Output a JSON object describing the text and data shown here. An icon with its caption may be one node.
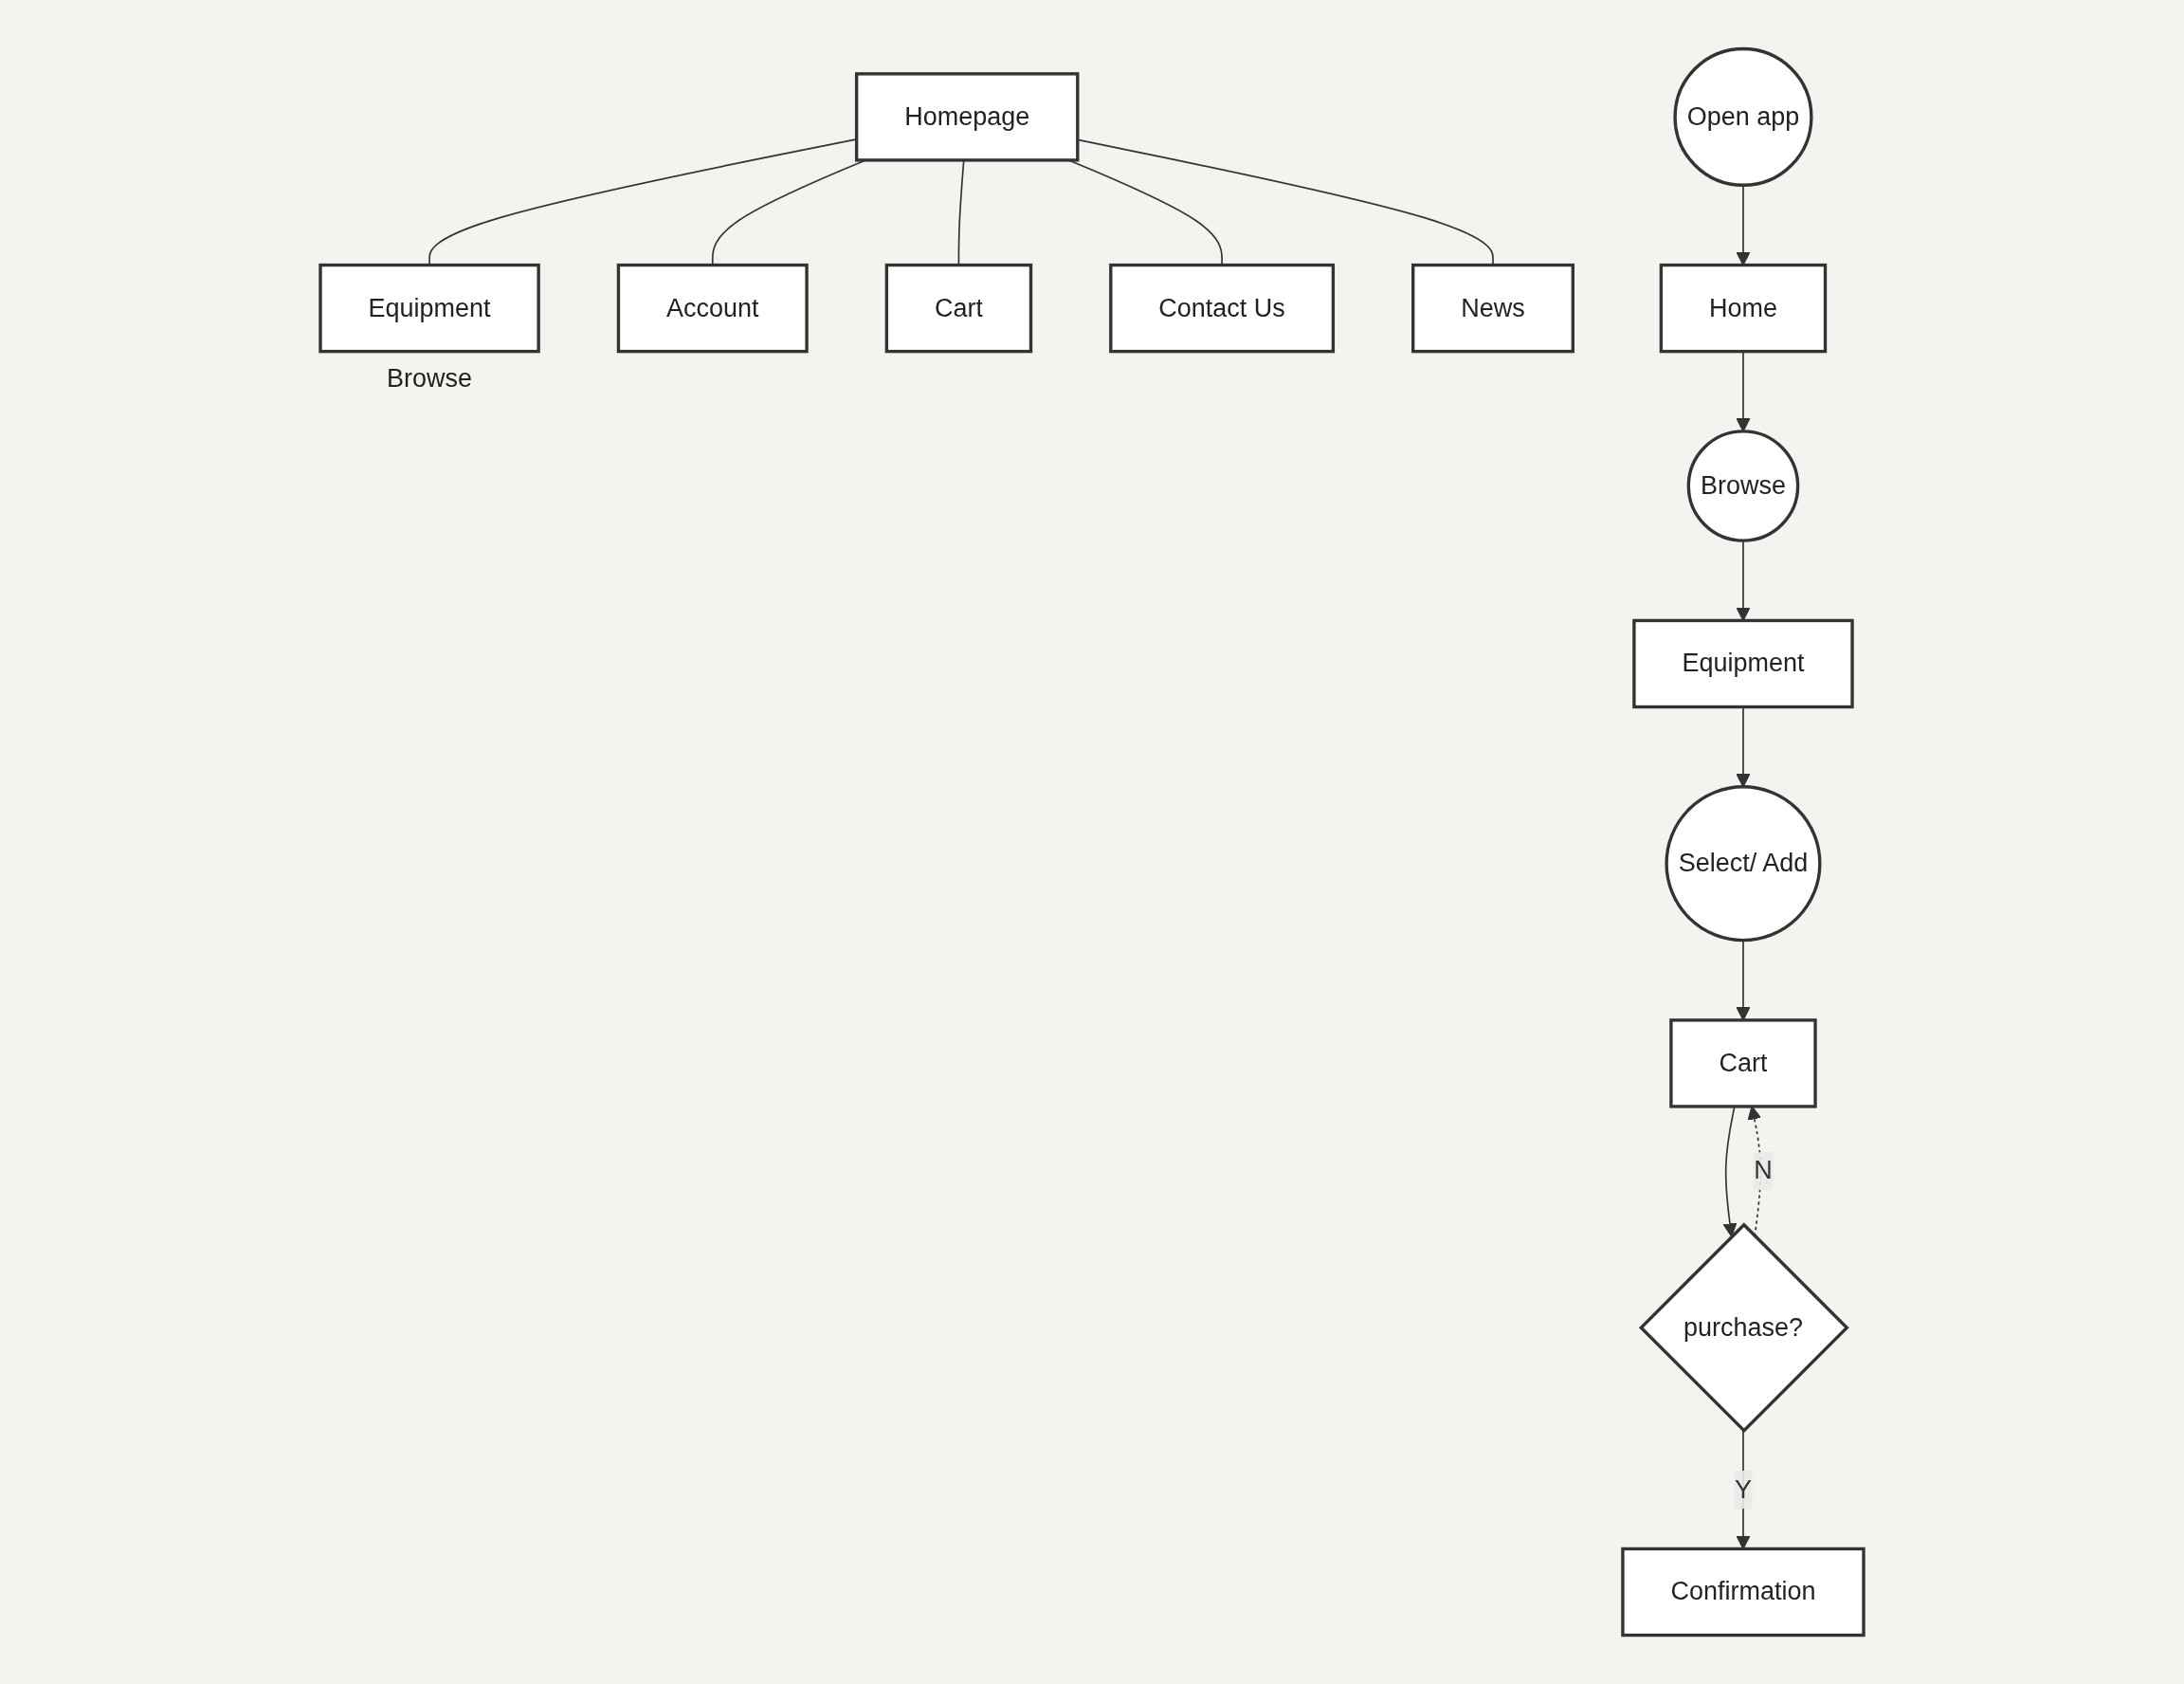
{
  "diagram": {
    "nodes": [
      {
        "text": [
          "Homepage"
        ]
      },
      {
        "text": [
          "Equipment"
        ],
        "beside": [
          "Browse"
        ]
      },
      {
        "text": [
          "Account"
        ]
      },
      {
        "text": [
          "Cart"
        ]
      },
      {
        "text": [
          "Contact Us"
        ]
      },
      {
        "text": [
          "News"
        ]
      },
      {
        "text": [
          "Open app"
        ]
      },
      {
        "text": [
          "Home"
        ]
      },
      {
        "text": [
          "Browse"
        ]
      },
      {
        "text": [
          "Equipment"
        ]
      },
      {
        "text": [
          "Select/ Add"
        ]
      },
      {
        "text": [
          "Cart"
        ]
      },
      {
        "text": [
          "purchase?"
        ]
      },
      {
        "text": [
          "Confirmation"
        ]
      }
    ],
    "edges": [
      {
        "from": 0,
        "to": 1,
        "arrow": "none"
      },
      {
        "from": 0,
        "to": 2,
        "arrow": "none"
      },
      {
        "from": 0,
        "to": 3,
        "arrow": "none"
      },
      {
        "from": 0,
        "to": 4,
        "arrow": "none"
      },
      {
        "from": 0,
        "to": 5,
        "arrow": "none"
      },
      {
        "from": 6,
        "to": 7,
        "arrow": "to"
      },
      {
        "from": 7,
        "to": 8,
        "arrow": "to"
      },
      {
        "from": 8,
        "to": 9,
        "arrow": "to"
      },
      {
        "from": 9,
        "to": 10,
        "arrow": "to"
      },
      {
        "from": 10,
        "to": 11,
        "arrow": "to"
      },
      {
        "from": 11,
        "to": 12,
        "arrow": "to"
      },
      {
        "from": 12,
        "to": 13,
        "label": "Y",
        "arrow": "to"
      },
      {
        "from": 12,
        "to": 11,
        "label": "N",
        "arrow": "to",
        "style": "dashed"
      }
    ]
  }
}
